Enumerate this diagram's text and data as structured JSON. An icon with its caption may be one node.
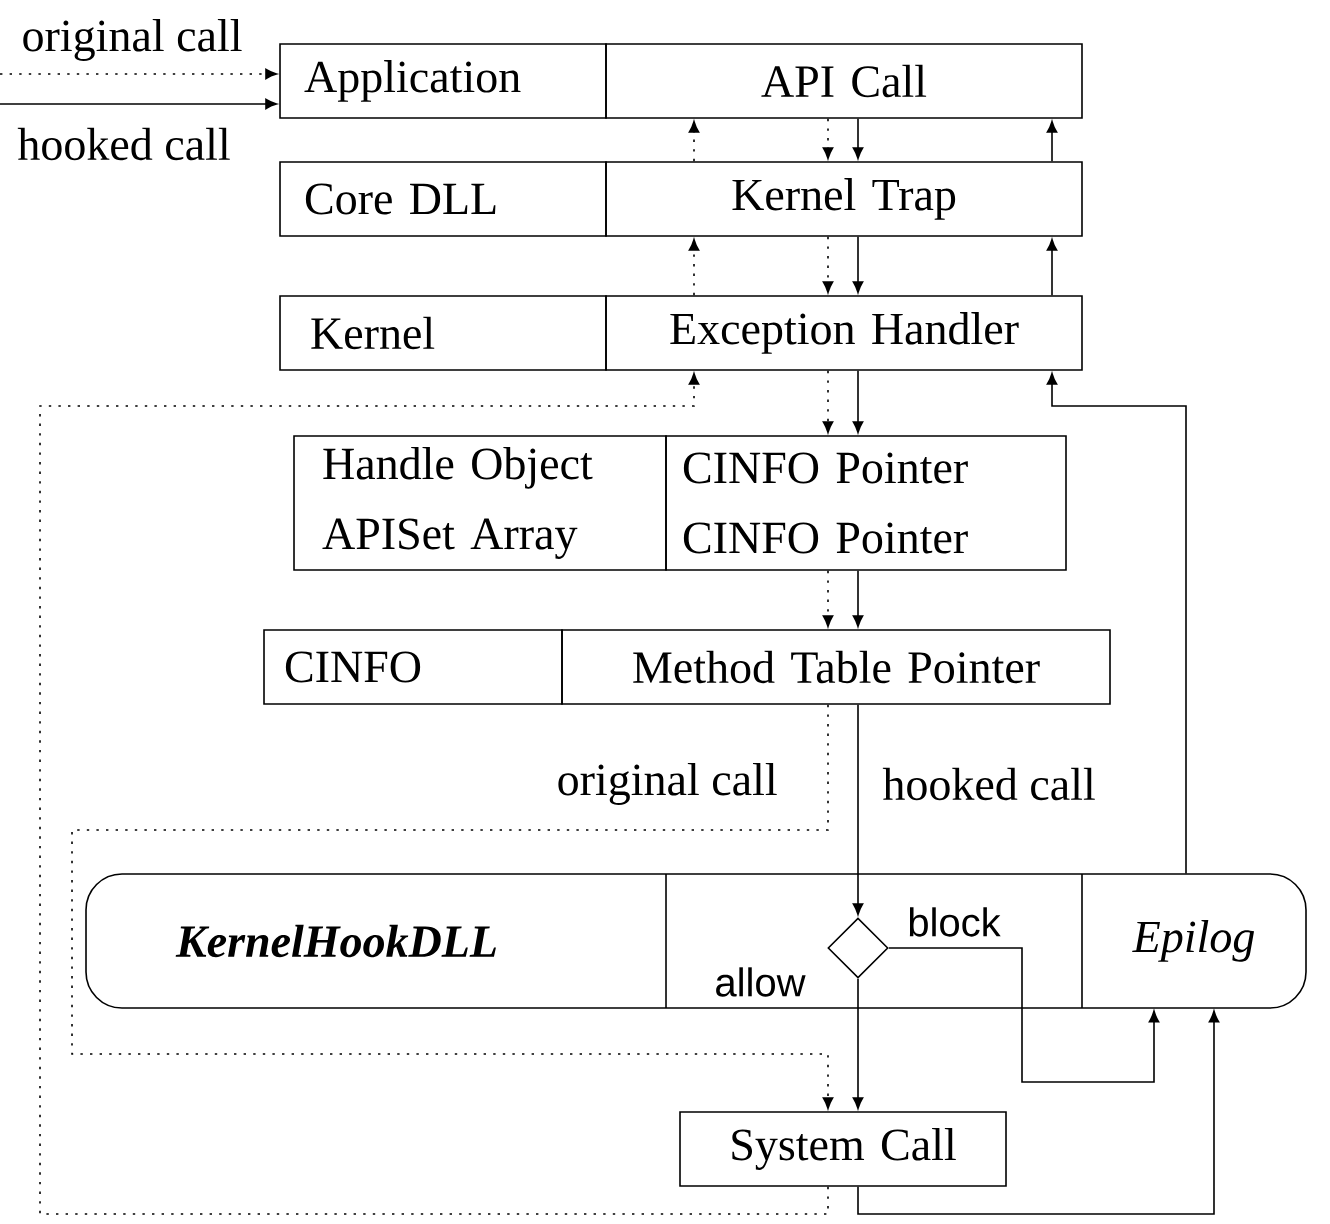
{
  "diagram": {
    "nodes": [
      {
        "text": [
          "Application"
        ]
      },
      {
        "text": [
          "API Call"
        ]
      },
      {
        "text": [
          "Core DLL"
        ]
      },
      {
        "text": [
          "Kernel Trap"
        ]
      },
      {
        "text": [
          "Kernel"
        ]
      },
      {
        "text": [
          "Exception Handler"
        ]
      },
      {
        "text": [
          "Handle Object",
          "APISet Array"
        ]
      },
      {
        "text": [
          "CINFO Pointer",
          "CINFO Pointer"
        ]
      },
      {
        "text": [
          "CINFO"
        ]
      },
      {
        "text": [
          "Method Table Pointer"
        ]
      },
      {
        "text": [
          "KernelHookDLL"
        ]
      },
      {
        "text": [],
        "shape": "diamond",
        "in": 10
      },
      {
        "text": [
          "Epilog"
        ],
        "in": 10
      },
      {
        "text": [
          "System Call"
        ]
      }
    ],
    "edges": [
      {
        "from": null,
        "to": 0,
        "arrow": "to",
        "style": "dashed",
        "label": "original call"
      },
      {
        "from": null,
        "to": 0,
        "arrow": "to",
        "label": "hooked call"
      },
      {
        "from": 1,
        "to": 3,
        "arrow": "to",
        "style": "dashed"
      },
      {
        "from": 1,
        "to": 3,
        "arrow": "to"
      },
      {
        "from": 3,
        "to": 1,
        "arrow": "to",
        "style": "dashed"
      },
      {
        "from": 3,
        "to": 1,
        "arrow": "to"
      },
      {
        "from": 3,
        "to": 5,
        "arrow": "to",
        "style": "dashed"
      },
      {
        "from": 3,
        "to": 5,
        "arrow": "to"
      },
      {
        "from": 5,
        "to": 3,
        "arrow": "to",
        "style": "dashed"
      },
      {
        "from": 5,
        "to": 3,
        "arrow": "to"
      },
      {
        "from": 5,
        "to": 7,
        "arrow": "to",
        "style": "dashed"
      },
      {
        "from": 5,
        "to": 7,
        "arrow": "to"
      },
      {
        "from": 13,
        "to": 5,
        "arrow": "to",
        "style": "dashed"
      },
      {
        "from": 12,
        "to": 5,
        "arrow": "to"
      },
      {
        "from": 7,
        "to": 9,
        "arrow": "to",
        "style": "dashed"
      },
      {
        "from": 7,
        "to": 9,
        "arrow": "to"
      },
      {
        "from": 9,
        "to": 13,
        "arrow": "to",
        "style": "dashed",
        "label": "original call"
      },
      {
        "from": 9,
        "to": 11,
        "arrow": "to",
        "label": "hooked call"
      },
      {
        "from": 11,
        "to": 13,
        "arrow": "to",
        "label": "allow"
      },
      {
        "from": 11,
        "to": 12,
        "arrow": "to",
        "label": "block"
      },
      {
        "from": 13,
        "to": 12,
        "arrow": "to"
      }
    ]
  }
}
